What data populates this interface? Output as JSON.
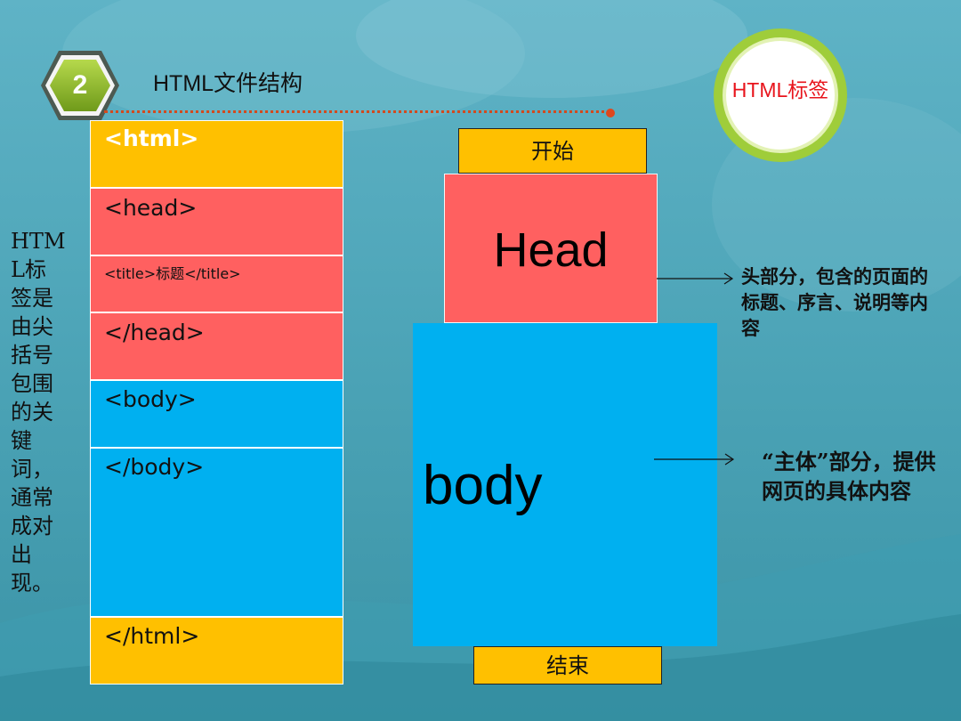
{
  "header": {
    "number": "2",
    "title": "HTML文件结构",
    "badge": "HTML标签"
  },
  "side_text": "HTML标签是由尖括号包围的关键词，通常成对出现。",
  "tags": {
    "html_open": "<html>",
    "head_open": "<head>",
    "title": "<title>标题</title>",
    "head_close": "</head>",
    "body_open": "<body>",
    "body_close": "</body>",
    "html_close": "</html>"
  },
  "diagram": {
    "start": "开始",
    "head": "Head",
    "body": "body",
    "end": "结束"
  },
  "notes": {
    "head_note": "头部分，包含的页面的标题、序言、说明等内容",
    "body_note": "“主体”部分，提供网页的具体内容"
  },
  "colors": {
    "yellow": "#ffc000",
    "red": "#ff6060",
    "blue": "#00b0f0",
    "badge_green": "#9fcd3a",
    "badge_text": "#e8141c",
    "dotted_line": "#d24a1e"
  }
}
